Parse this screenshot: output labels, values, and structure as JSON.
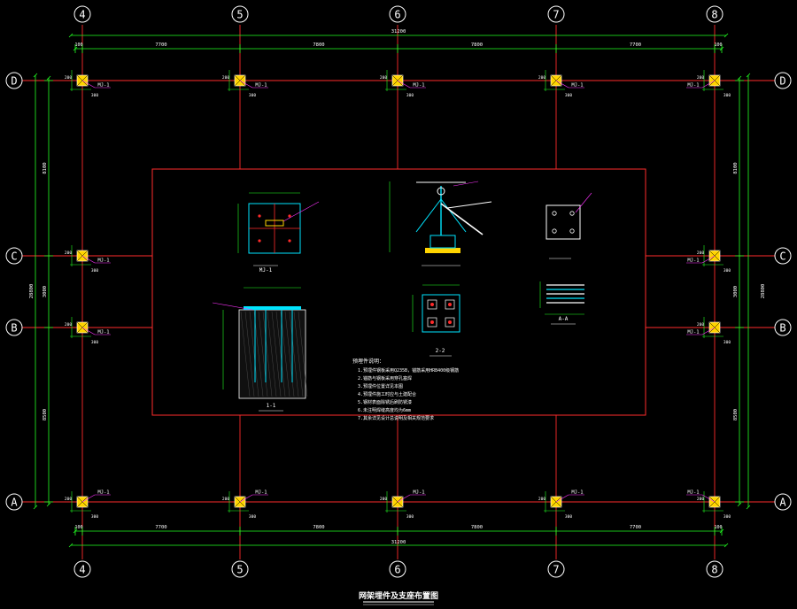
{
  "colors": {
    "background": "#000000",
    "grid_line": "#ff2b2b",
    "dimension": "#22ff22",
    "text": "#ffffff",
    "bubble": "#ffffff",
    "column_fill": "#ffd400",
    "leader": "#ff33ff",
    "detail_line": "#00e5ff",
    "frame": "#ff2b2b"
  },
  "axes": {
    "columns": [
      "4",
      "5",
      "6",
      "7",
      "8"
    ],
    "rows": [
      "D",
      "C",
      "B",
      "A"
    ]
  },
  "dimensions": {
    "top_total": "31200",
    "bottom_total": "31200",
    "horizontal_bays": [
      "7700",
      "7800",
      "7800",
      "7700"
    ],
    "edge_offset": "100",
    "left_total": "28800",
    "right_total": "28800",
    "vertical_bays": [
      "8100",
      "3000",
      "8500"
    ],
    "small_offsets": [
      "200",
      "300",
      "100"
    ]
  },
  "mark": "MJ-1",
  "details": {
    "plan_label": "MJ-1",
    "section_label": "1-1",
    "plate_label": "2-2",
    "a_label": "A-A"
  },
  "notes_title": "预埋件说明：",
  "notes": [
    "1.预埋件钢板采用Q235B，锚筋采用HRB400级钢筋",
    "2.锚筋与钢板采用穿孔塞焊",
    "3.预埋件位置详见本图",
    "4.预埋件施工时应与土建配合",
    "5.钢材表面除锈后刷防锈漆",
    "6.未注明焊缝高度均为6mm",
    "7.其余详见设计总说明及相关规范要求"
  ],
  "drawing_title": "网架埋件及支座布置图"
}
